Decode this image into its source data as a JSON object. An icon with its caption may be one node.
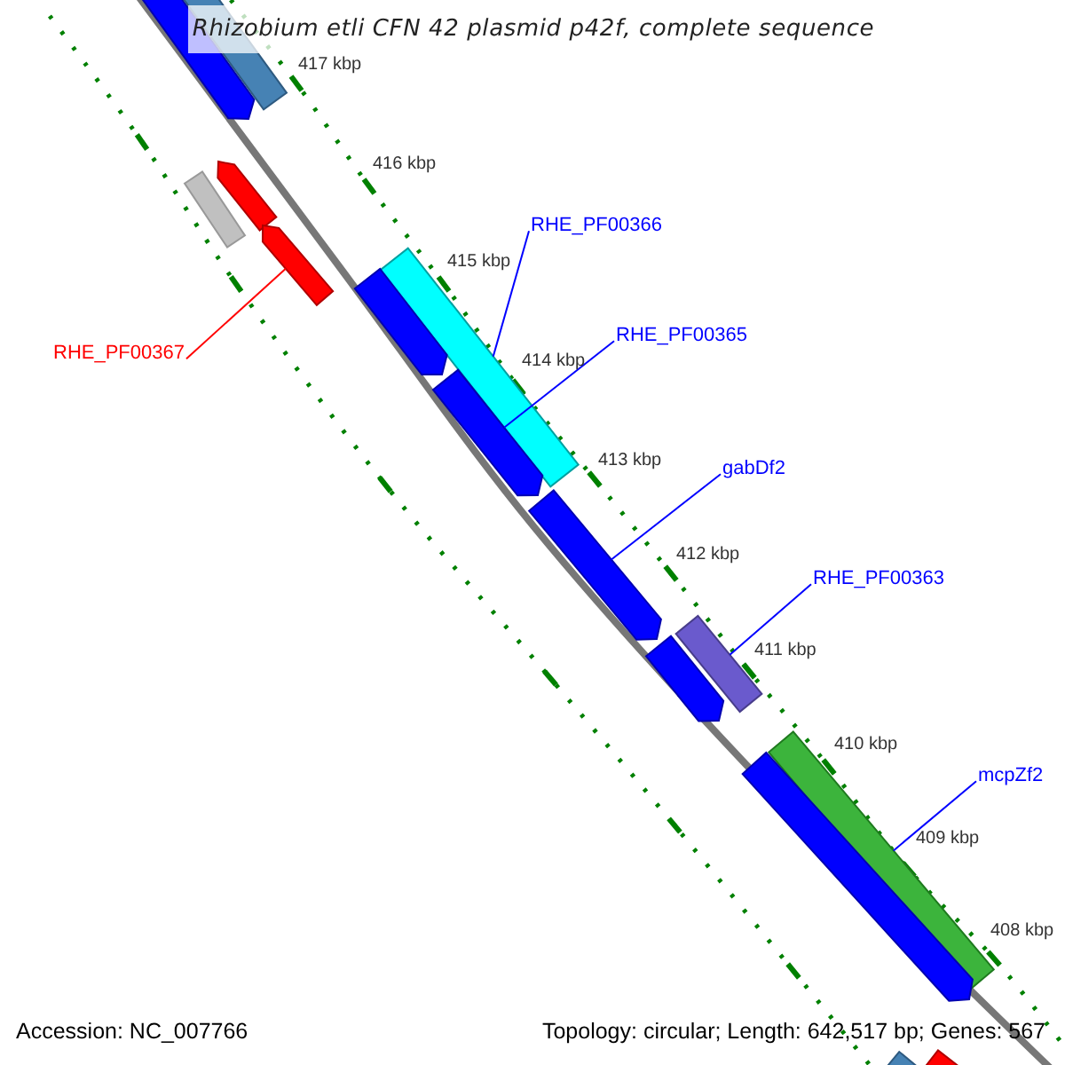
{
  "diagram": {
    "title": "Rhizobium etli CFN 42 plasmid p42f, complete sequence",
    "nodes": [
      {
        "text": [],
        "shape": "bar"
      },
      {
        "text": [],
        "shape": "bar"
      },
      {
        "text": [],
        "shape": "bar"
      },
      {
        "text": [],
        "shape": "bar"
      },
      {
        "text": [
          "RHE_PF00366"
        ]
      },
      {
        "text": [],
        "shape": "bar"
      },
      {
        "text": [],
        "shape": "bar"
      },
      {
        "text": [],
        "shape": "bar"
      },
      {
        "text": [
          "RHE_PF00365"
        ]
      },
      {
        "text": [
          "RHE_PF00367"
        ]
      },
      {
        "text": [],
        "shape": "bar"
      },
      {
        "text": [
          "gabDf2"
        ]
      },
      {
        "text": [],
        "shape": "bar"
      },
      {
        "text": [
          "RHE_PF00363"
        ]
      },
      {
        "text": [],
        "shape": "bar"
      },
      {
        "text": [],
        "shape": "bar"
      },
      {
        "text": [],
        "shape": "bar"
      },
      {
        "text": [],
        "shape": "bar"
      },
      {
        "text": [
          "mcpZf2"
        ]
      },
      {
        "text": [],
        "shape": "bar"
      },
      {
        "text": [],
        "shape": "bar"
      }
    ],
    "edges": [
      {
        "from": 4,
        "to": 6,
        "arrow": "none"
      },
      {
        "from": 9,
        "to": 5,
        "arrow": "none",
        "color": "#ff0000"
      },
      {
        "from": 8,
        "to": 10,
        "arrow": "none"
      },
      {
        "from": 11,
        "to": 12,
        "arrow": "none"
      },
      {
        "from": 13,
        "to": 14,
        "arrow": "none"
      },
      {
        "from": 18,
        "to": 16,
        "arrow": "none"
      }
    ],
    "labels": [
      "417 kbp",
      "416 kbp",
      "415 kbp",
      "414 kbp",
      "413 kbp",
      "412 kbp",
      "411 kbp",
      "410 kbp",
      "409 kbp",
      "408 kbp",
      "Accession: NC_007766",
      "Topology: circular; Length: 642,517 bp; Genes: 567"
    ]
  }
}
